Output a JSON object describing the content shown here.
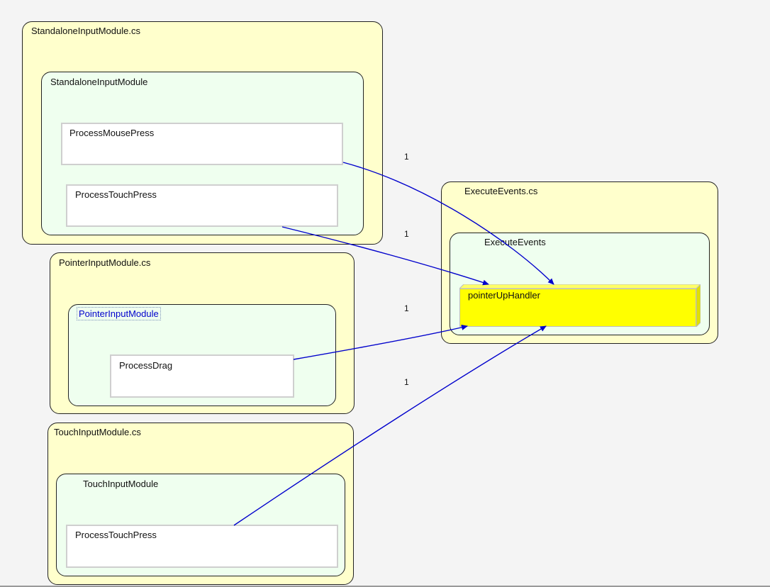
{
  "files": {
    "standalone": "StandaloneInputModule.cs",
    "pointer": "PointerInputModule.cs",
    "touch": "TouchInputModule.cs",
    "execute": "ExecuteEvents.cs"
  },
  "classes": {
    "standalone": "StandaloneInputModule",
    "pointer": "PointerInputModule",
    "touch": "TouchInputModule",
    "execute": "ExecuteEvents"
  },
  "methods": {
    "process_mouse_press": "ProcessMousePress",
    "process_touch_press_standalone": "ProcessTouchPress",
    "process_drag": "ProcessDrag",
    "process_touch_press_touch": "ProcessTouchPress",
    "pointer_up_handler": "pointerUpHandler"
  },
  "edges": [
    {
      "from": "ProcessMousePress",
      "to": "pointerUpHandler",
      "label": "1"
    },
    {
      "from": "ProcessTouchPress",
      "to": "pointerUpHandler",
      "label": "1"
    },
    {
      "from": "ProcessDrag",
      "to": "pointerUpHandler",
      "label": "1"
    },
    {
      "from": "ProcessTouchPress",
      "to": "pointerUpHandler",
      "label": "1"
    }
  ],
  "colors": {
    "file_fill": "#ffffcc",
    "class_fill": "#efffef",
    "highlight_fill": "#ffff00",
    "edge": "#0000cc"
  }
}
